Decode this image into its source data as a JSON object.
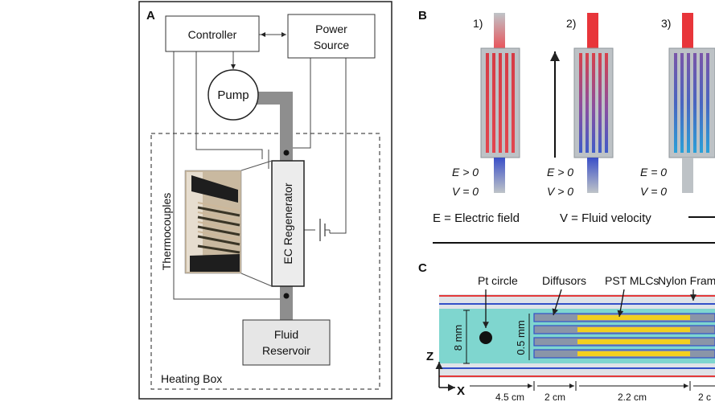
{
  "panel_a": {
    "letter": "A",
    "controller": "Controller",
    "power_source_line1": "Power",
    "power_source_line2": "Source",
    "pump": "Pump",
    "thermocouples": "Thermocouples",
    "regenerator": "EC Regenerator",
    "reservoir_line1": "Fluid",
    "reservoir_line2": "Reservoir",
    "heating_box": "Heating Box"
  },
  "panel_b": {
    "letter": "B",
    "stages": [
      {
        "label": "1)",
        "e": "E > 0",
        "v": "V = 0"
      },
      {
        "label": "2)",
        "e": "E > 0",
        "v": "V > 0"
      },
      {
        "label": "3)",
        "e": "E = 0",
        "v": "V = 0"
      }
    ],
    "legend_e": "E = Electric field",
    "legend_v": "V = Fluid velocity"
  },
  "panel_c": {
    "letter": "C",
    "pt_circle": "Pt circle",
    "diffusors": "Diffusors",
    "pst_mlcs": "PST MLCs",
    "nylon_frame": "Nylon Fram",
    "height_8mm": "8 mm",
    "height_05mm": "0.5 mm",
    "axis_z": "Z",
    "axis_x": "X",
    "dims": [
      "4.5 cm",
      "2 cm",
      "2.2 cm",
      "2 c"
    ]
  },
  "colors": {
    "hot": "#e8353a",
    "cold": "#2d4fc4",
    "fluid": "#7fd6cf",
    "mlc": "#f2cf1f",
    "frame_red": "#e33a3a",
    "frame_blue": "#3350c8",
    "pipe": "#8e8e8e"
  }
}
